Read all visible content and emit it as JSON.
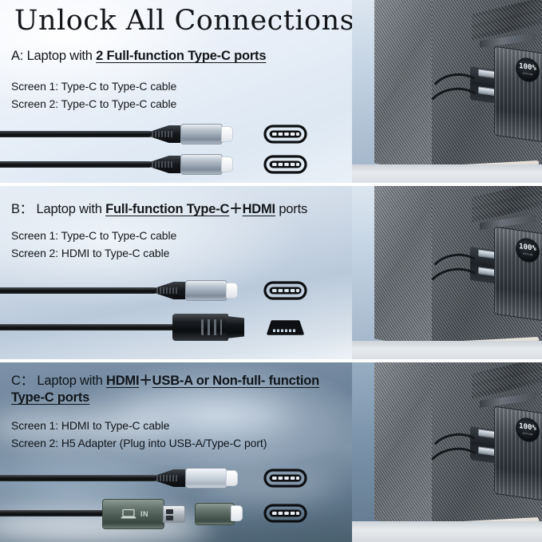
{
  "title": "Unlock All Connections",
  "sections": [
    {
      "id": "a",
      "heading": {
        "lead": "A: Laptop with ",
        "emphasis": "2 Full-function Type-C ports"
      },
      "lines": [
        "Screen 1: Type-C to Type-C cable",
        "Screen 2: Type-C to Type-C cable"
      ],
      "cables": [
        {
          "name": "type-c-cable",
          "connector": "Type-C",
          "style": "silver"
        },
        {
          "name": "type-c-cable",
          "connector": "Type-C",
          "style": "silver"
        }
      ],
      "port_icons": [
        "type-c-port-icon",
        "type-c-port-icon"
      ]
    },
    {
      "id": "b",
      "heading": {
        "lead": "B： Laptop with ",
        "emphasis": "Full-function Type-C",
        "plus": "＋",
        "emphasis2": "HDMI",
        "tail": " ports"
      },
      "lines": [
        "Screen 1: Type-C to Type-C cable",
        "Screen 2: HDMI to Type-C cable"
      ],
      "cables": [
        {
          "name": "type-c-cable",
          "connector": "Type-C",
          "style": "silver"
        },
        {
          "name": "hdmi-cable",
          "connector": "HDMI",
          "style": "black"
        }
      ],
      "port_icons": [
        "type-c-port-icon",
        "hdmi-port-icon"
      ]
    },
    {
      "id": "c",
      "heading": {
        "lead": "C： Laptop with ",
        "emphasis": "HDMI",
        "plus": "＋",
        "emphasis2": "USB-A or Non-full- function Type-C ports"
      },
      "lines": [
        "Screen 1: HDMI to Type-C cable",
        "Screen 2: H5 Adapter (Plug into USB-A/Type-C port)"
      ],
      "cables": [
        {
          "name": "type-c-cable",
          "connector": "Type-C",
          "style": "light"
        },
        {
          "name": "h5-adapter-cable",
          "connector": "USB-A",
          "style": "green",
          "label": "IN"
        }
      ],
      "port_icons": [
        "type-c-port-icon",
        "type-c-port-icon"
      ]
    }
  ],
  "h5_adapter": {
    "label": "IN",
    "icon": "laptop-icon"
  },
  "photo": {
    "battery_percent": "100%",
    "brand": "JOYVIN",
    "alt": "dual-screen laptop monitor extender with power bank"
  },
  "colors": {
    "text": "#14171b",
    "panel_a_bg": "#e7eef7",
    "panel_b_bg": "#cfdae7",
    "panel_c_bg": "#6d8399",
    "divider": "#ffffff",
    "silver": "#c3ccd6",
    "green": "#66756e"
  }
}
